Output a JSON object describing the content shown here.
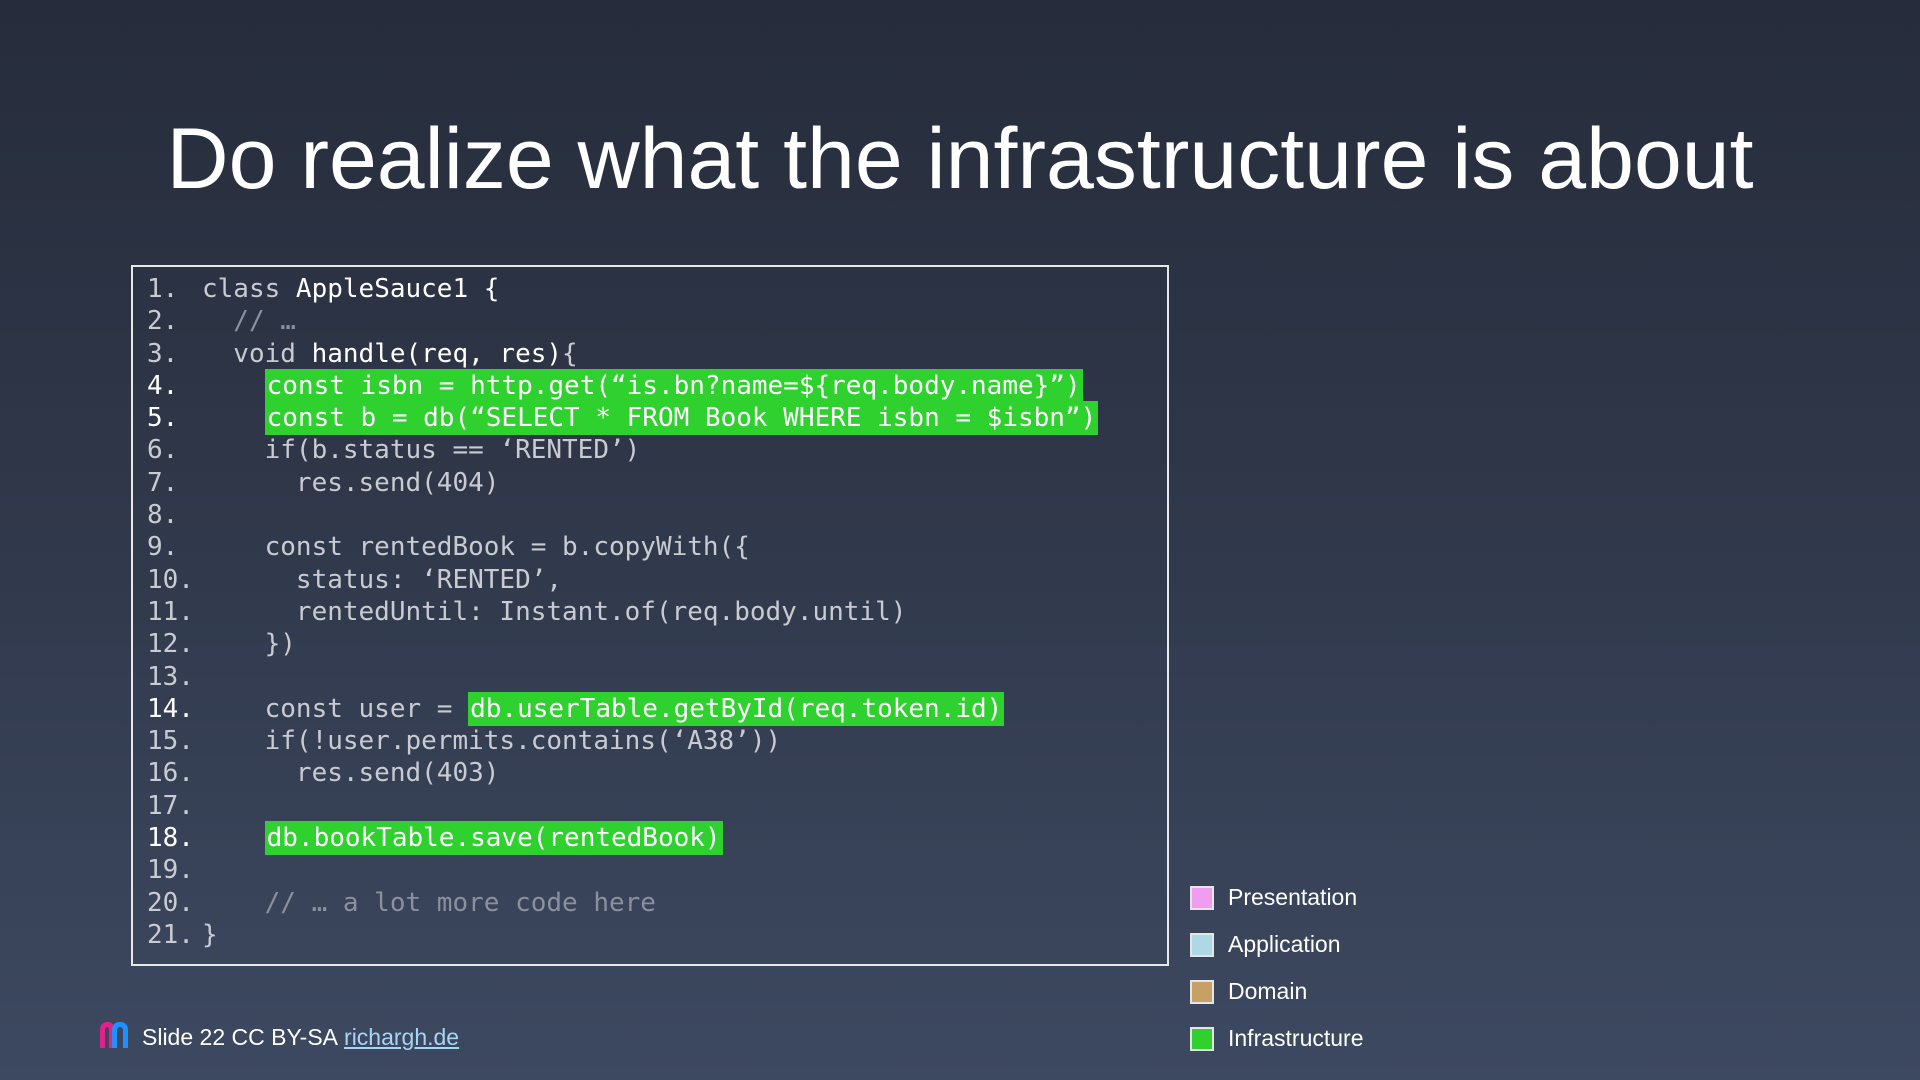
{
  "slide": {
    "title": "Do realize what the infrastructure is about"
  },
  "colors": {
    "infrastructure_highlight": "#2ed12e",
    "presentation": "#f09cf0",
    "application": "#add8e6",
    "domain": "#c8a064",
    "infrastructure": "#2ed12e"
  },
  "code": {
    "lines": [
      {
        "n": "1.",
        "segments": [
          {
            "t": "class ",
            "s": "normal"
          },
          {
            "t": "AppleSauce1 {",
            "s": "bright"
          }
        ]
      },
      {
        "n": "2.",
        "segments": [
          {
            "t": "  // …",
            "s": "comment"
          }
        ]
      },
      {
        "n": "3.",
        "segments": [
          {
            "t": "  void ",
            "s": "normal"
          },
          {
            "t": "handle(req, res)",
            "s": "bright"
          },
          {
            "t": "{",
            "s": "normal"
          }
        ]
      },
      {
        "n": "4.",
        "hl": true,
        "segments": [
          {
            "t": "    ",
            "s": "normal"
          },
          {
            "t": "const isbn = http.get(“is.bn?name=${req.body.name}”)",
            "s": "infra"
          }
        ]
      },
      {
        "n": "5.",
        "hl": true,
        "segments": [
          {
            "t": "    ",
            "s": "normal"
          },
          {
            "t": "const b = db(“SELECT * FROM Book WHERE isbn = $isbn”)",
            "s": "infra"
          }
        ]
      },
      {
        "n": "6.",
        "segments": [
          {
            "t": "    if(b.status == ‘RENTED’)",
            "s": "normal"
          }
        ]
      },
      {
        "n": "7.",
        "segments": [
          {
            "t": "      res.send(404)",
            "s": "normal"
          }
        ]
      },
      {
        "n": "8.",
        "segments": []
      },
      {
        "n": "9.",
        "segments": [
          {
            "t": "    const rentedBook = b.copyWith({",
            "s": "normal"
          }
        ]
      },
      {
        "n": "10.",
        "segments": [
          {
            "t": "      status: ‘RENTED’,",
            "s": "normal"
          }
        ]
      },
      {
        "n": "11.",
        "segments": [
          {
            "t": "      rentedUntil: Instant.of(req.body.until)",
            "s": "normal"
          }
        ]
      },
      {
        "n": "12.",
        "segments": [
          {
            "t": "    })",
            "s": "normal"
          }
        ]
      },
      {
        "n": "13.",
        "segments": []
      },
      {
        "n": "14.",
        "hl": true,
        "segments": [
          {
            "t": "    const user = ",
            "s": "normal"
          },
          {
            "t": "db.userTable.getById(req.token.id)",
            "s": "infra"
          }
        ]
      },
      {
        "n": "15.",
        "segments": [
          {
            "t": "    if(!user.permits.contains(‘A38’))",
            "s": "normal"
          }
        ]
      },
      {
        "n": "16.",
        "segments": [
          {
            "t": "      res.send(403)",
            "s": "normal"
          }
        ]
      },
      {
        "n": "17.",
        "segments": []
      },
      {
        "n": "18.",
        "hl": true,
        "segments": [
          {
            "t": "    ",
            "s": "normal"
          },
          {
            "t": "db.bookTable.save(rentedBook)",
            "s": "infra"
          }
        ]
      },
      {
        "n": "19.",
        "segments": []
      },
      {
        "n": "20.",
        "segments": [
          {
            "t": "    // … a lot more code here",
            "s": "comment"
          }
        ]
      },
      {
        "n": "21.",
        "segments": [
          {
            "t": "}",
            "s": "normal"
          }
        ]
      }
    ]
  },
  "legend": {
    "items": [
      {
        "label": "Presentation",
        "color": "#f09cf0"
      },
      {
        "label": "Application",
        "color": "#add8e6"
      },
      {
        "label": "Domain",
        "color": "#c8a064"
      },
      {
        "label": "Infrastructure",
        "color": "#2ed12e"
      }
    ]
  },
  "footer": {
    "text": "Slide 22 CC BY-SA",
    "link_text": "richargh.de",
    "logo_icon": "richargh-logo-icon"
  }
}
